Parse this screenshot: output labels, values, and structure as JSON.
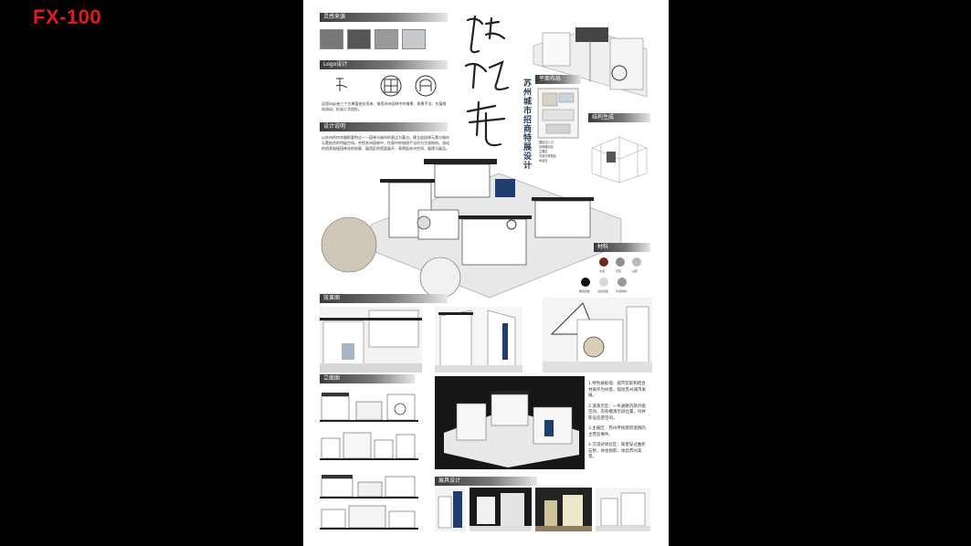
{
  "code_label": "FX-100",
  "poster": {
    "vertical_title": "苏州城市招商特展设计",
    "sections": {
      "inspiration": "灵感来源",
      "logo": "Logo设计",
      "design_notes": "设计说明",
      "plan": "平面布局",
      "structure": "结构生成",
      "material": "材料",
      "renders": "效果图",
      "elevation": "立面图",
      "furniture": "展具设计"
    },
    "logo_text": "运思logo由三个古典窗变化而来，借用苏州园林中的借景、框景手法，在窗格间流动，形成二字团形。",
    "design_text": "以苏州的何年摄影要特点——园林与城市的表达为基点。建立起园林元素与城市元素结合的特展空间。并把苏州园林中，在窗中的借境手法作为主线结构。流动的线条链接园林化的轮廓，展团区的墙面展开，表明起苏州空间、展馆与展品。",
    "plan_legend": [
      "展区出入口",
      "空间展示区",
      "主展区",
      "沉浸式体验区",
      "休息区"
    ],
    "materials": [
      {
        "name": "木色",
        "color": "#6b2a1f"
      },
      {
        "name": "灰砖",
        "color": "#8f8f8f"
      },
      {
        "name": "白砖",
        "color": "#b9b9b9"
      },
      {
        "name": "黑色铝板",
        "color": "#111111"
      },
      {
        "name": "白色铝板",
        "color": "#d9d9d9"
      },
      {
        "name": "灰色玻璃",
        "color": "#9a9a9a"
      }
    ],
    "callouts": [
      "1.特色展板墙：城市剪影和结合材质作为衬底，描绘苏州城市发展。",
      "2.道演示区：一条通路内部点缀空间，内有模演示屏位置，均并陈设造景空间。",
      "3.主展区：苏州传统建筑墙貌的主营造事件。",
      "4.沉浸式体验区：观者穿过曲折石桥，体会视影、体验苏州美景。"
    ]
  }
}
